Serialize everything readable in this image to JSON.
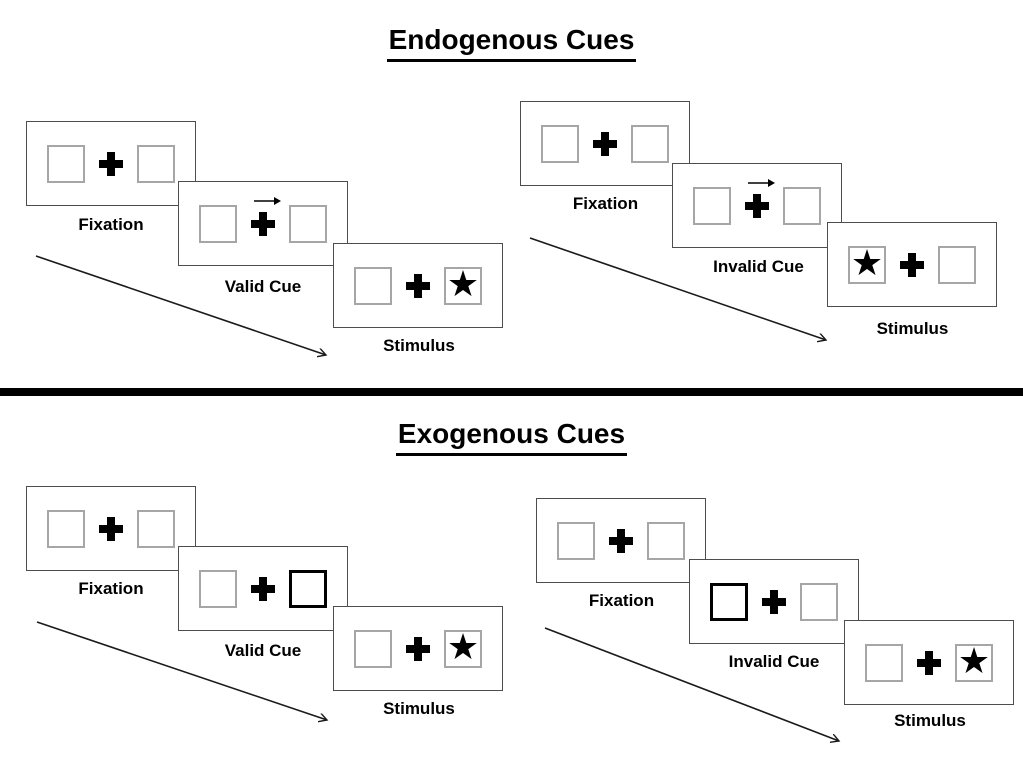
{
  "titles": {
    "endogenous": "Endogenous Cues",
    "exogenous": "Exogenous Cues"
  },
  "glyphs": {
    "star": "★"
  },
  "colors": {
    "ink": "#000000",
    "panel_border": "#4d4d4d",
    "box_border": "#a6a6a6",
    "cue_box_border": "#000000",
    "background": "#ffffff"
  },
  "endogenous": {
    "valid": {
      "fixation_label": "Fixation",
      "cue_label": "Valid Cue",
      "stimulus_label": "Stimulus",
      "cue_type": "central-arrow-pointing-right",
      "target_side": "right"
    },
    "invalid": {
      "fixation_label": "Fixation",
      "cue_label": "Invalid Cue",
      "stimulus_label": "Stimulus",
      "cue_type": "central-arrow-pointing-right",
      "target_side": "left"
    }
  },
  "exogenous": {
    "valid": {
      "fixation_label": "Fixation",
      "cue_label": "Valid Cue",
      "stimulus_label": "Stimulus",
      "cue_type": "highlighted-box-right",
      "target_side": "right"
    },
    "invalid": {
      "fixation_label": "Fixation",
      "cue_label": "Invalid Cue",
      "stimulus_label": "Stimulus",
      "cue_type": "highlighted-box-left",
      "target_side": "right"
    }
  }
}
